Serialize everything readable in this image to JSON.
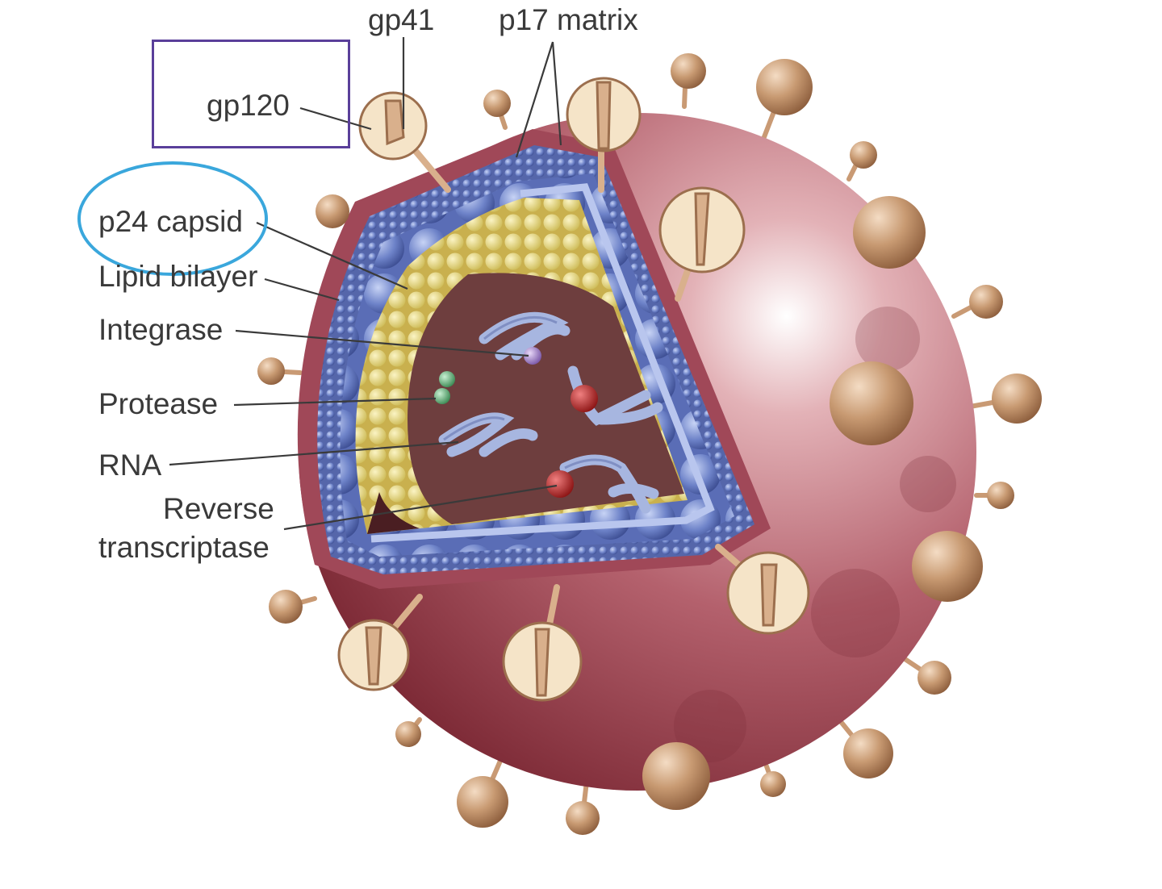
{
  "labels": {
    "gp41": "gp41",
    "p17_matrix": "p17 matrix",
    "gp120": "gp120",
    "p24_capsid": "p24 capsid",
    "lipid_bilayer": "Lipid bilayer",
    "integrase": "Integrase",
    "protease": "Protease",
    "rna": "RNA",
    "reverse": "Reverse",
    "transcriptase": "transcriptase"
  },
  "highlights": {
    "box_color": "#5a3f9a",
    "oval_color": "#3aa7dc"
  },
  "colors": {
    "envelope": "#9e3f4c",
    "matrix": "#6a80c4",
    "capsid": "#e6d77c",
    "core": "#6e3e3e",
    "spike": "#c79a74",
    "rna": "#a7b6e0"
  }
}
